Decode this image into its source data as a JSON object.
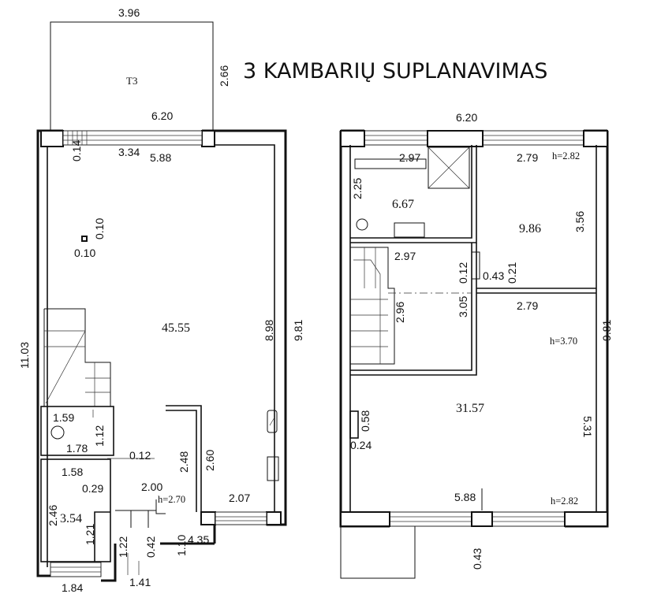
{
  "title": "3 KAMBARIŲ SUPLANAVIMAS",
  "ground_floor": {
    "terrace_label": "T3",
    "terrace_width": "3.96",
    "terrace_depth": "2.66",
    "width_total": "6.20",
    "wall_offset": "0.14",
    "window_width": "3.34",
    "inner_width": "5.88",
    "column_size_h": "0.10",
    "column_size_v": "0.10",
    "living_area": "45.55",
    "living_depth": "8.98",
    "depth_total": "9.81",
    "outer_depth": "11.03",
    "wc_width": "1.59",
    "wc_depth": "1.12",
    "wc_outer_width": "1.78",
    "partition_thickness": "0.12",
    "storage_width": "1.58",
    "storage_offset": "0.29",
    "storage_depth": "2.46",
    "storage_area": "3.54",
    "storage_door": "1.21",
    "hall_width": "2.00",
    "hall_height": "h=2.70",
    "hall_depth": "2.48",
    "kitchen_depth": "2.60",
    "kitchen_width": "2.07",
    "step_width": "4.35",
    "entrance_depth": "1.22",
    "entrance_step": "0.42",
    "entrance_offset": "1.10",
    "porch_width": "1.84",
    "porch_depth": "1.41"
  },
  "upper_floor": {
    "width_total": "6.20",
    "bath_width": "2.97",
    "bath_depth": "2.25",
    "bath_area": "6.67",
    "bedroom1_width": "2.79",
    "bedroom1_height": "h=2.82",
    "bedroom1_area": "9.86",
    "bedroom1_depth": "3.56",
    "hall_width": "2.97",
    "wall_thickness": "0.12",
    "niche_width": "0.43",
    "niche_depth": "0.21",
    "stair_depth": "2.96",
    "hall_depth": "3.05",
    "bedroom2_width": "2.79",
    "bedroom2_height": "h=3.70",
    "depth_total": "9.81",
    "bedroom2_area": "31.57",
    "bedroom2_depth": "5.31",
    "pier_depth": "0.58",
    "pier_width": "0.24",
    "bottom_width": "5.88",
    "bottom_height": "h=2.82",
    "balcony_depth": "0.43"
  }
}
